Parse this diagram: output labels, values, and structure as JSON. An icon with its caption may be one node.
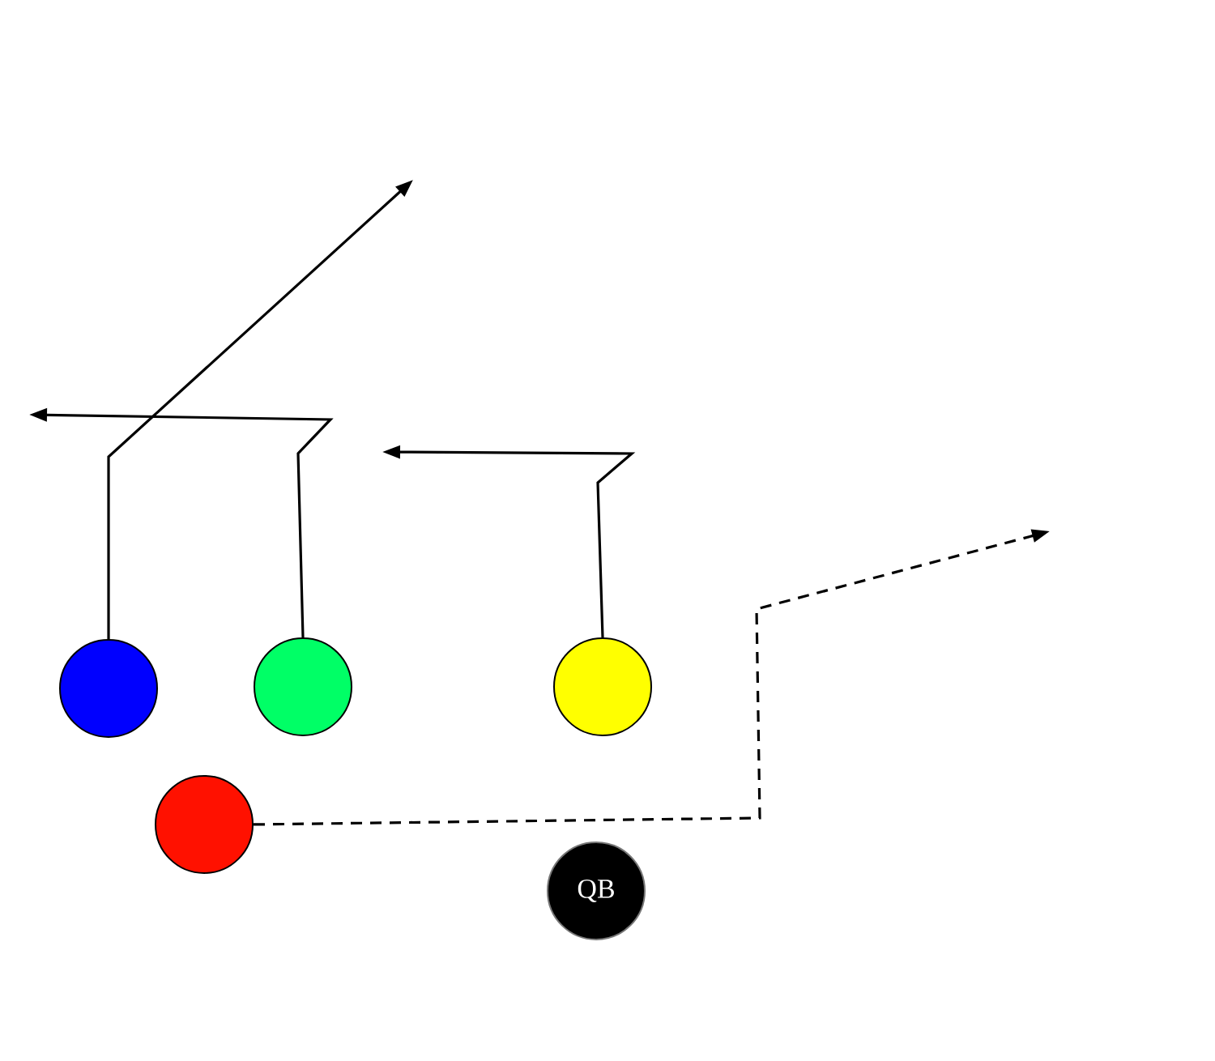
{
  "diagram": {
    "nodes": [
      {
        "text": [],
        "shape": "circle"
      },
      {
        "text": [],
        "shape": "circle"
      },
      {
        "text": [],
        "shape": "circle"
      },
      {
        "text": [],
        "shape": "circle"
      },
      {
        "text": [
          "QB"
        ]
      }
    ],
    "edges": [
      {
        "from": 0,
        "to": null,
        "arrow": "to"
      },
      {
        "from": 1,
        "to": null,
        "arrow": "to"
      },
      {
        "from": 2,
        "to": null,
        "arrow": "to"
      },
      {
        "from": 3,
        "to": null,
        "arrow": "to",
        "style": "dashed"
      }
    ]
  }
}
